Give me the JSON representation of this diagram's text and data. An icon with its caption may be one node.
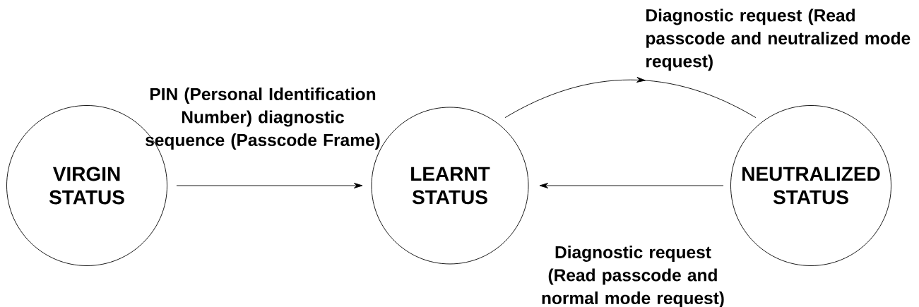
{
  "diagram": {
    "nodes": [
      {
        "text": [
          "VIRGIN STATUS"
        ]
      },
      {
        "text": [
          "LEARNT STATUS"
        ]
      },
      {
        "text": [
          "NEUTRALIZED STATUS"
        ]
      }
    ],
    "edges": [
      {
        "from": 0,
        "to": 1,
        "arrow": "to",
        "label": "PIN (Personal Identification Number) diagnostic sequence (Passcode Frame)"
      },
      {
        "from": 1,
        "to": 2,
        "arrow": "to",
        "label": "Diagnostic request (Read passcode and neutralized mode request)"
      },
      {
        "from": 2,
        "to": 1,
        "arrow": "to",
        "label": "Diagnostic request (Read passcode and normal mode request)"
      }
    ]
  }
}
